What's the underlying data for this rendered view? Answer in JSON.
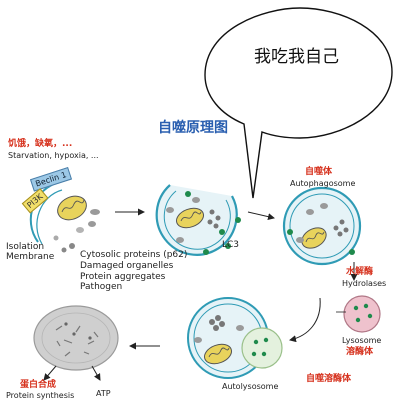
{
  "speech_bubble": {
    "text": "我吃我自己"
  },
  "diagram": {
    "title": "自噬原理图",
    "stimuli": {
      "cn": "饥饿，缺氧，...",
      "en": "Starvation, hypoxia, ..."
    },
    "beclin": "Beclin 1",
    "pi3k": "PI3K",
    "isolation_membrane": [
      "Isolation",
      "Membrane"
    ],
    "cargo": [
      "Cytosolic proteins (p62)",
      "Damaged organelles",
      "Protein aggregates",
      "Pathogen"
    ],
    "lc3": "LC3",
    "autophagosome": {
      "cn": "自噬体",
      "en": "Autophagosome"
    },
    "hydrolases": {
      "cn": "水解酶",
      "en": "Hydrolases"
    },
    "lysosome": {
      "en": "Lysosome",
      "cn": "溶酶体"
    },
    "autolysosome": {
      "en": "Autolysosome",
      "cn": "自噬溶酶体"
    },
    "protein_synthesis": {
      "cn": "蛋白合成",
      "en": "Protein synthesis"
    },
    "atp": "ATP"
  },
  "colors": {
    "title_blue": "#2a5fb0",
    "label_red": "#d6311d",
    "membrane_teal": "#2f9bb5",
    "membrane_fill": "#e6f3f7",
    "lc3_green": "#1f8a4c",
    "lysosome_pink": "#efc2cd",
    "beclin_blue": "#9cc8e6",
    "pi3k_yellow": "#f2df6a",
    "mito_yellow": "#e8d35c",
    "final_grey": "#cfcfcf"
  }
}
